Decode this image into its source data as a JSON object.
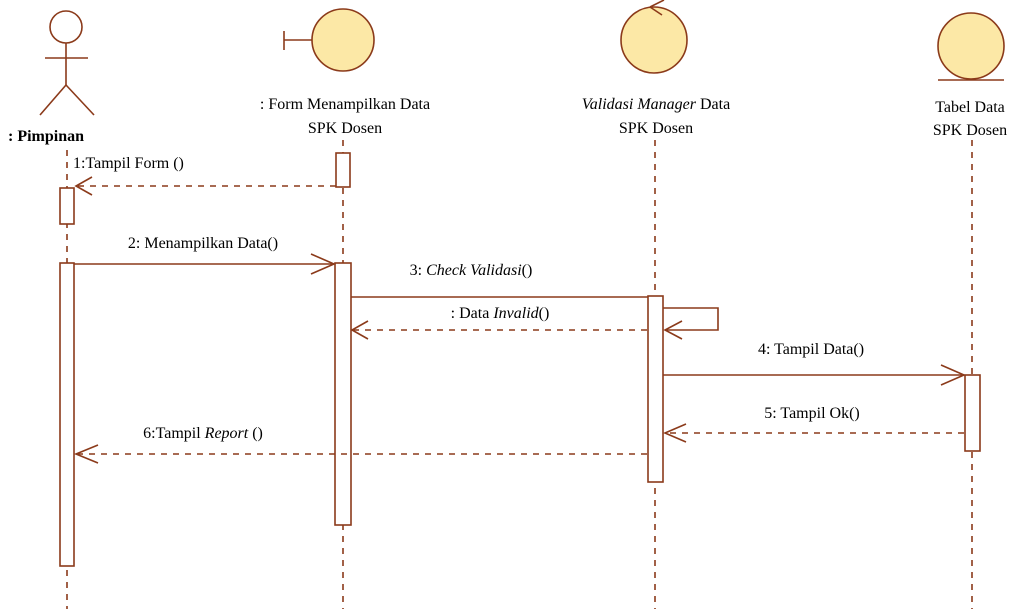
{
  "colors": {
    "line": "#8b3a1a",
    "object_fill": "#fce8a6",
    "background": "#ffffff",
    "text": "#000000"
  },
  "lifelines": {
    "actor": {
      "label": ": Pimpinan",
      "icon": "actor-stick-figure-icon"
    },
    "boundary": {
      "label_line1": ": Form Menampilkan Data",
      "label_line2": "SPK Dosen",
      "icon": "boundary-icon"
    },
    "control": {
      "label_italic": "Validasi Manager",
      "label_rest": " Data",
      "label_line2": "SPK Dosen",
      "icon": "control-icon"
    },
    "entity": {
      "label_line1": "Tabel Data",
      "label_line2": "SPK Dosen",
      "icon": "entity-icon"
    }
  },
  "messages": {
    "m1": {
      "text": "1:Tampil Form ()"
    },
    "m2": {
      "text": "2: Menampilkan Data()"
    },
    "m3": {
      "prefix": "3: ",
      "italic": "Check Validasi",
      "suffix": "()"
    },
    "m4": {
      "prefix": ": Data ",
      "italic": "Invalid",
      "suffix": "()"
    },
    "m5": {
      "text": "4: Tampil Data()"
    },
    "m6": {
      "text": "5: Tampil Ok()"
    },
    "m7": {
      "prefix": "6:Tampil ",
      "italic": "Report",
      "suffix": " ()"
    }
  }
}
